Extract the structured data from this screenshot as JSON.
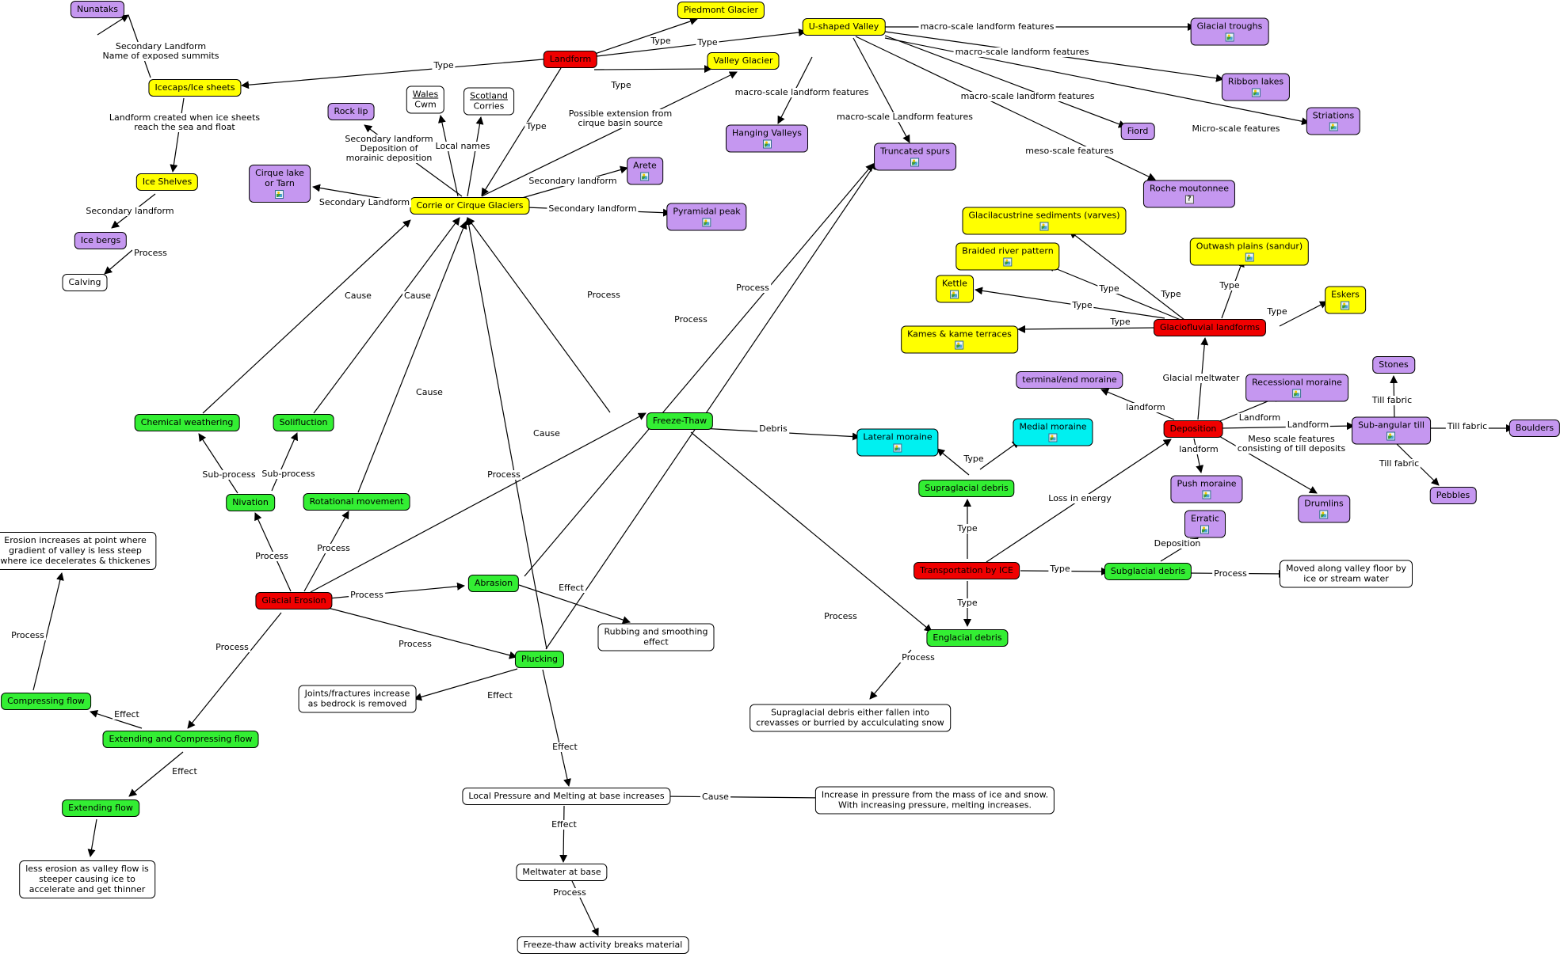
{
  "nodes": {
    "nunataks": {
      "label": "Nunataks",
      "color": "purple"
    },
    "icecaps": {
      "label": "Icecaps/Ice sheets",
      "color": "yellow"
    },
    "ice_shelves": {
      "label": "Ice Shelves",
      "color": "yellow"
    },
    "ice_bergs": {
      "label": "Ice bergs",
      "color": "purple"
    },
    "calving": {
      "label": "Calving",
      "color": "white"
    },
    "landform": {
      "label": "Landform",
      "color": "red"
    },
    "piedmont": {
      "label": "Piedmont Glacier",
      "color": "yellow"
    },
    "valley_glacier": {
      "label": "Valley Glacier",
      "color": "yellow"
    },
    "u_valley": {
      "label": "U-shaped Valley",
      "color": "yellow"
    },
    "glacial_troughs": {
      "label": "Glacial troughs",
      "color": "purple",
      "icon": "image-icon"
    },
    "ribbon_lakes": {
      "label": "Ribbon lakes",
      "color": "purple",
      "icon": "image-icon"
    },
    "striations": {
      "label": "Striations",
      "color": "purple",
      "icon": "image-icon"
    },
    "fiord": {
      "label": "Fiord",
      "color": "purple"
    },
    "roche": {
      "label": "Roche moutonnee",
      "color": "purple",
      "icon": "question-icon"
    },
    "hanging_valleys": {
      "label": "Hanging Valleys",
      "color": "purple",
      "icon": "image-icon"
    },
    "truncated_spurs": {
      "label": "Truncated spurs",
      "color": "purple",
      "icon": "image-icon"
    },
    "rock_lip": {
      "label": "Rock lip",
      "color": "purple"
    },
    "wales": {
      "label": "Wales",
      "label2": "Cwm",
      "color": "white"
    },
    "scotland": {
      "label": "Scotland",
      "label2": "Corries",
      "color": "white"
    },
    "cirque_lake": {
      "label": "Cirque lake",
      "label2": "or Tarn",
      "color": "purple",
      "icon": "image-icon"
    },
    "corrie": {
      "label": "Corrie or Cirque Glaciers",
      "color": "yellow"
    },
    "arete": {
      "label": "Arete",
      "color": "purple",
      "icon": "image-icon"
    },
    "pyramidal_peak": {
      "label": "Pyramidal peak",
      "color": "purple",
      "icon": "image-icon"
    },
    "glacilacustrine": {
      "label": "Glacilacustrine sediments (varves)",
      "color": "yellow",
      "icon": "image-icon"
    },
    "braided_river": {
      "label": "Braided river pattern",
      "color": "yellow",
      "icon": "image-icon"
    },
    "outwash": {
      "label": "Outwash plains (sandur)",
      "color": "yellow",
      "icon": "image-icon"
    },
    "kettle": {
      "label": "Kettle",
      "color": "yellow",
      "icon": "image-icon"
    },
    "eskers": {
      "label": "Eskers",
      "color": "yellow",
      "icon": "image-icon"
    },
    "kames": {
      "label": "Kames & kame terraces",
      "color": "yellow",
      "icon": "image-icon"
    },
    "glaciofluvial": {
      "label": "Glaciofluvial landforms",
      "color": "red"
    },
    "terminal_moraine": {
      "label": "terminal/end moraine",
      "color": "purple"
    },
    "recessional_moraine": {
      "label": "Recessional moraine",
      "color": "purple",
      "icon": "image-icon"
    },
    "stones": {
      "label": "Stones",
      "color": "purple"
    },
    "deposition": {
      "label": "Deposition",
      "color": "red"
    },
    "sub_angular_till": {
      "label": "Sub-angular till",
      "color": "purple",
      "icon": "image-icon"
    },
    "boulders": {
      "label": "Boulders",
      "color": "purple"
    },
    "pebbles": {
      "label": "Pebbles",
      "color": "purple"
    },
    "push_moraine": {
      "label": "Push moraine",
      "color": "purple",
      "icon": "image-icon"
    },
    "drumlins": {
      "label": "Drumlins",
      "color": "purple",
      "icon": "image-icon"
    },
    "erratic": {
      "label": "Erratic",
      "color": "purple",
      "icon": "image-icon"
    },
    "chemical_weathering": {
      "label": "Chemical weathering",
      "color": "green"
    },
    "solifluction": {
      "label": "Solifluction",
      "color": "green"
    },
    "freeze_thaw": {
      "label": "Freeze-Thaw",
      "color": "green"
    },
    "lateral_moraine": {
      "label": "Lateral moraine",
      "color": "cyan",
      "icon": "image-icon"
    },
    "medial_moraine": {
      "label": "Medial moraine",
      "color": "cyan",
      "icon": "image-icon"
    },
    "supraglacial": {
      "label": "Supraglacial debris",
      "color": "green"
    },
    "nivation": {
      "label": "Nivation",
      "color": "green"
    },
    "rotational": {
      "label": "Rotational movement",
      "color": "green"
    },
    "erosion_note": {
      "label": "Erosion increases at point where",
      "label2": "gradient of valley is less steep",
      "label3": "where ice decelerates & thickenes",
      "color": "white"
    },
    "glacial_erosion": {
      "label": "Glacial Erosion",
      "color": "red"
    },
    "abrasion": {
      "label": "Abrasion",
      "color": "green"
    },
    "transportation": {
      "label": "Transportation by ICE",
      "color": "red"
    },
    "subglacial": {
      "label": "Subglacial debris",
      "color": "green"
    },
    "moved_along": {
      "label": "Moved along valley floor by",
      "label2": "ice or stream water",
      "color": "white"
    },
    "rubbing": {
      "label": "Rubbing and smoothing",
      "label2": "effect",
      "color": "white"
    },
    "englacial": {
      "label": "Englacial debris",
      "color": "green"
    },
    "plucking": {
      "label": "Plucking",
      "color": "green"
    },
    "joints": {
      "label": "Joints/fractures increase",
      "label2": "as bedrock is removed",
      "color": "white"
    },
    "compressing_flow": {
      "label": "Compressing flow",
      "color": "green"
    },
    "ext_comp_flow": {
      "label": "Extending and Compressing flow",
      "color": "green"
    },
    "supraglacial_fallen": {
      "label": "Supraglacial debris either fallen into",
      "label2": "crevasses or burried by acculculating snow",
      "color": "white"
    },
    "extending_flow": {
      "label": "Extending flow",
      "color": "green"
    },
    "local_pressure": {
      "label": "Local Pressure and Melting at base increases",
      "color": "white"
    },
    "increase_pressure": {
      "label": "Increase in pressure from the mass of ice and snow.",
      "label2": "With increasing pressure, melting increases.",
      "color": "white"
    },
    "less_erosion": {
      "label": "less erosion as valley flow is",
      "label2": "steeper causing ice to",
      "label3": "accelerate and get thinner",
      "color": "white"
    },
    "meltwater": {
      "label": "Meltwater at base",
      "color": "white"
    },
    "freeze_thaw_breaks": {
      "label": "Freeze-thaw activity breaks material",
      "color": "white"
    }
  },
  "links": {
    "l_secondary_landform_nunataks": {
      "line1": "Secondary Landform",
      "line2": "Name of exposed summits"
    },
    "l_landform_icecaps_type": {
      "line1": "Type"
    },
    "l_landform_piedmont_type": {
      "line1": "Type"
    },
    "l_landform_valley_type": {
      "line1": "Type"
    },
    "l_landform_u_type": {
      "line1": "Type"
    },
    "l_landform_corrie_type": {
      "line1": "Type"
    },
    "l_icecaps_shelves": {
      "line1": "Landform created when ice sheets",
      "line2": "reach the sea and float"
    },
    "l_shelves_bergs": {
      "line1": "Secondary landform"
    },
    "l_bergs_calving": {
      "line1": "Process"
    },
    "l_u_troughs": {
      "line1": "macro-scale  landform features"
    },
    "l_u_ribbon": {
      "line1": "macro-scale landform features"
    },
    "l_u_fiord": {
      "line1": "macro-scale landform features"
    },
    "l_u_striations": {
      "line1": "Micro-scale features"
    },
    "l_u_roche": {
      "line1": "meso-scale features"
    },
    "l_u_hanging": {
      "line1": "macro-scale landform features"
    },
    "l_u_truncated": {
      "line1": "macro-scale Landform features"
    },
    "l_corrie_rocklip": {
      "line1": "Secondary landform",
      "line2": "Deposition of",
      "line3": "morainic deposition"
    },
    "l_corrie_local_names": {
      "line1": "Local names"
    },
    "l_corrie_valley": {
      "line1": "Possible extension from",
      "line2": "cirque basin source"
    },
    "l_corrie_arete": {
      "line1": "Secondary landform"
    },
    "l_corrie_cirque_lake": {
      "line1": "Secondary Landform"
    },
    "l_corrie_pyramidal": {
      "line1": "Secondary landform"
    },
    "l_glaciofluvial_type": {
      "line1": "Type"
    },
    "l_glacial_meltwater": {
      "line1": "Glacial meltwater"
    },
    "l_dep_terminal": {
      "line1": "landform"
    },
    "l_dep_recessional": {
      "line1": "Landform"
    },
    "l_dep_subangular": {
      "line1": "Landform"
    },
    "l_till_stones": {
      "line1": "Till fabric"
    },
    "l_till_boulders": {
      "line1": "Till fabric"
    },
    "l_till_pebbles": {
      "line1": "Till fabric"
    },
    "l_dep_push": {
      "line1": "landform"
    },
    "l_dep_drumlins": {
      "line1": "Meso scale features",
      "line2": "consisting of till deposits"
    },
    "l_erratic_deposition": {
      "line1": "Deposition"
    },
    "l_loss_energy": {
      "line1": "Loss in energy"
    },
    "l_freeze_debris": {
      "line1": "Debris"
    },
    "l_supra_type": {
      "line1": "Type"
    },
    "l_transport_supra_type": {
      "line1": "Type"
    },
    "l_transport_sub_type": {
      "line1": "Type"
    },
    "l_transport_eng_type": {
      "line1": "Type"
    },
    "l_sub_process": {
      "line1": "Process"
    },
    "l_eng_process": {
      "line1": "Process"
    },
    "l_freeze_eng_process": {
      "line1": "Process"
    },
    "l_cause_chem": {
      "line1": "Cause"
    },
    "l_cause_soli": {
      "line1": "Cause"
    },
    "l_cause_rot": {
      "line1": "Cause"
    },
    "l_cause_pluck": {
      "line1": "Cause"
    },
    "l_process_freeze_corrie": {
      "line1": "Process"
    },
    "l_process_abrasion_truncated": {
      "line1": "Process"
    },
    "l_process_pluck_truncated": {
      "line1": "Process"
    },
    "l_subprocess_chem": {
      "line1": "Sub-process"
    },
    "l_subprocess_soli": {
      "line1": "Sub-process"
    },
    "l_ge_nivation": {
      "line1": "Process"
    },
    "l_ge_rot": {
      "line1": "Process"
    },
    "l_ge_freeze": {
      "line1": "Process"
    },
    "l_ge_abrasion": {
      "line1": "Process"
    },
    "l_ge_plucking": {
      "line1": "Process"
    },
    "l_ge_ext": {
      "line1": "Process"
    },
    "l_compress_note": {
      "line1": "Process"
    },
    "l_abrasion_effect": {
      "line1": "Effect"
    },
    "l_pluck_effect_joints": {
      "line1": "Effect"
    },
    "l_ext_comp_effect": {
      "line1": "Effect"
    },
    "l_ext_ext_effect": {
      "line1": "Effect"
    },
    "l_pluck_effect_local": {
      "line1": "Effect"
    },
    "l_local_cause": {
      "line1": "Cause"
    },
    "l_local_effect": {
      "line1": "Effect"
    },
    "l_melt_process": {
      "line1": "Process"
    }
  }
}
